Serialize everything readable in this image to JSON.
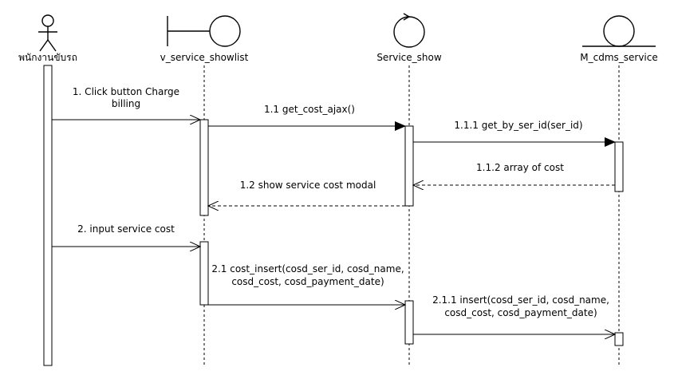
{
  "participants": {
    "actor": "พนักงานขับรถ",
    "boundary": "v_service_showlist",
    "control": "Service_show",
    "entity": "M_cdms_service"
  },
  "messages": {
    "m1_line1": "1. Click button Charge",
    "m1_line2": "billing",
    "m1_1": "1.1 get_cost_ajax()",
    "m1_1_1": "1.1.1 get_by_ser_id(ser_id)",
    "m1_1_2": "1.1.2 array of cost",
    "m1_2": "1.2 show service cost modal",
    "m2": "2. input service cost",
    "m2_1_line1": "2.1 cost_insert(cosd_ser_id, cosd_name,",
    "m2_1_line2": "cosd_cost, cosd_payment_date)",
    "m2_1_1_line1": "2.1.1 insert(cosd_ser_id, cosd_name,",
    "m2_1_1_line2": "cosd_cost, cosd_payment_date)"
  }
}
